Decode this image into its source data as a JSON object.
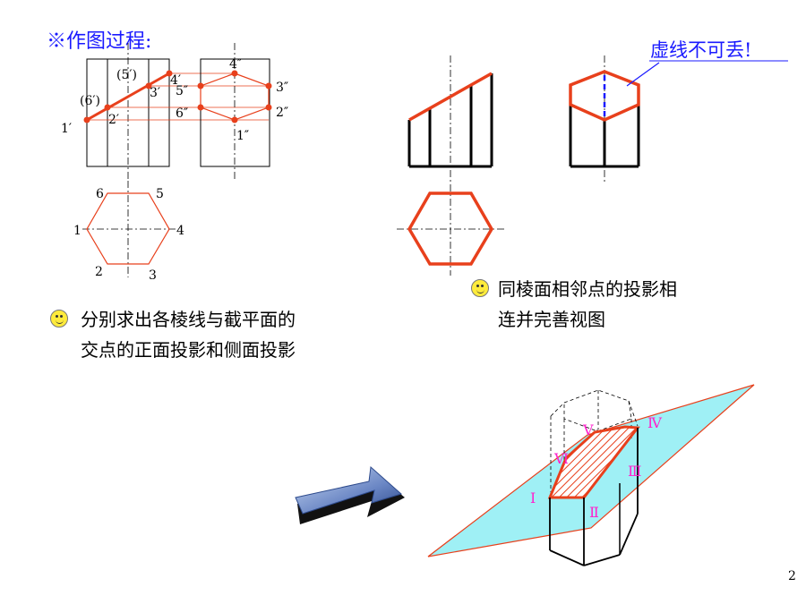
{
  "title": "※作图过程:",
  "note": "虚线不可丢!",
  "bullet_left": {
    "line1": "分别求出各棱线与截平面的",
    "line2": "交点的正面投影和侧面投影"
  },
  "bullet_right": {
    "line1": "同棱面相邻点的投影相",
    "line2": "连并完善视图"
  },
  "page_number": "2",
  "front_labels": {
    "p1": "1′",
    "p2": "2′",
    "p3": "3′",
    "p4": "4′",
    "p5": "(5′)",
    "p6": "(6′)"
  },
  "side_labels": {
    "p1": "1″",
    "p2": "2″",
    "p3": "3″",
    "p4": "4″",
    "p5": "5″",
    "p6": "6″"
  },
  "top_labels": {
    "p1": "1",
    "p2": "2",
    "p3": "3",
    "p4": "4",
    "p5": "5",
    "p6": "6"
  },
  "iso_labels": {
    "I": "Ⅰ",
    "II": "Ⅱ",
    "III": "Ⅲ",
    "IV": "Ⅳ",
    "V": "Ⅴ",
    "VI": "Ⅵ"
  },
  "colors": {
    "accent_red": "#e8401c",
    "title_blue": "#1a1aff",
    "plane_cyan": "#9ff0f5",
    "label_magenta": "#ff22cc"
  }
}
